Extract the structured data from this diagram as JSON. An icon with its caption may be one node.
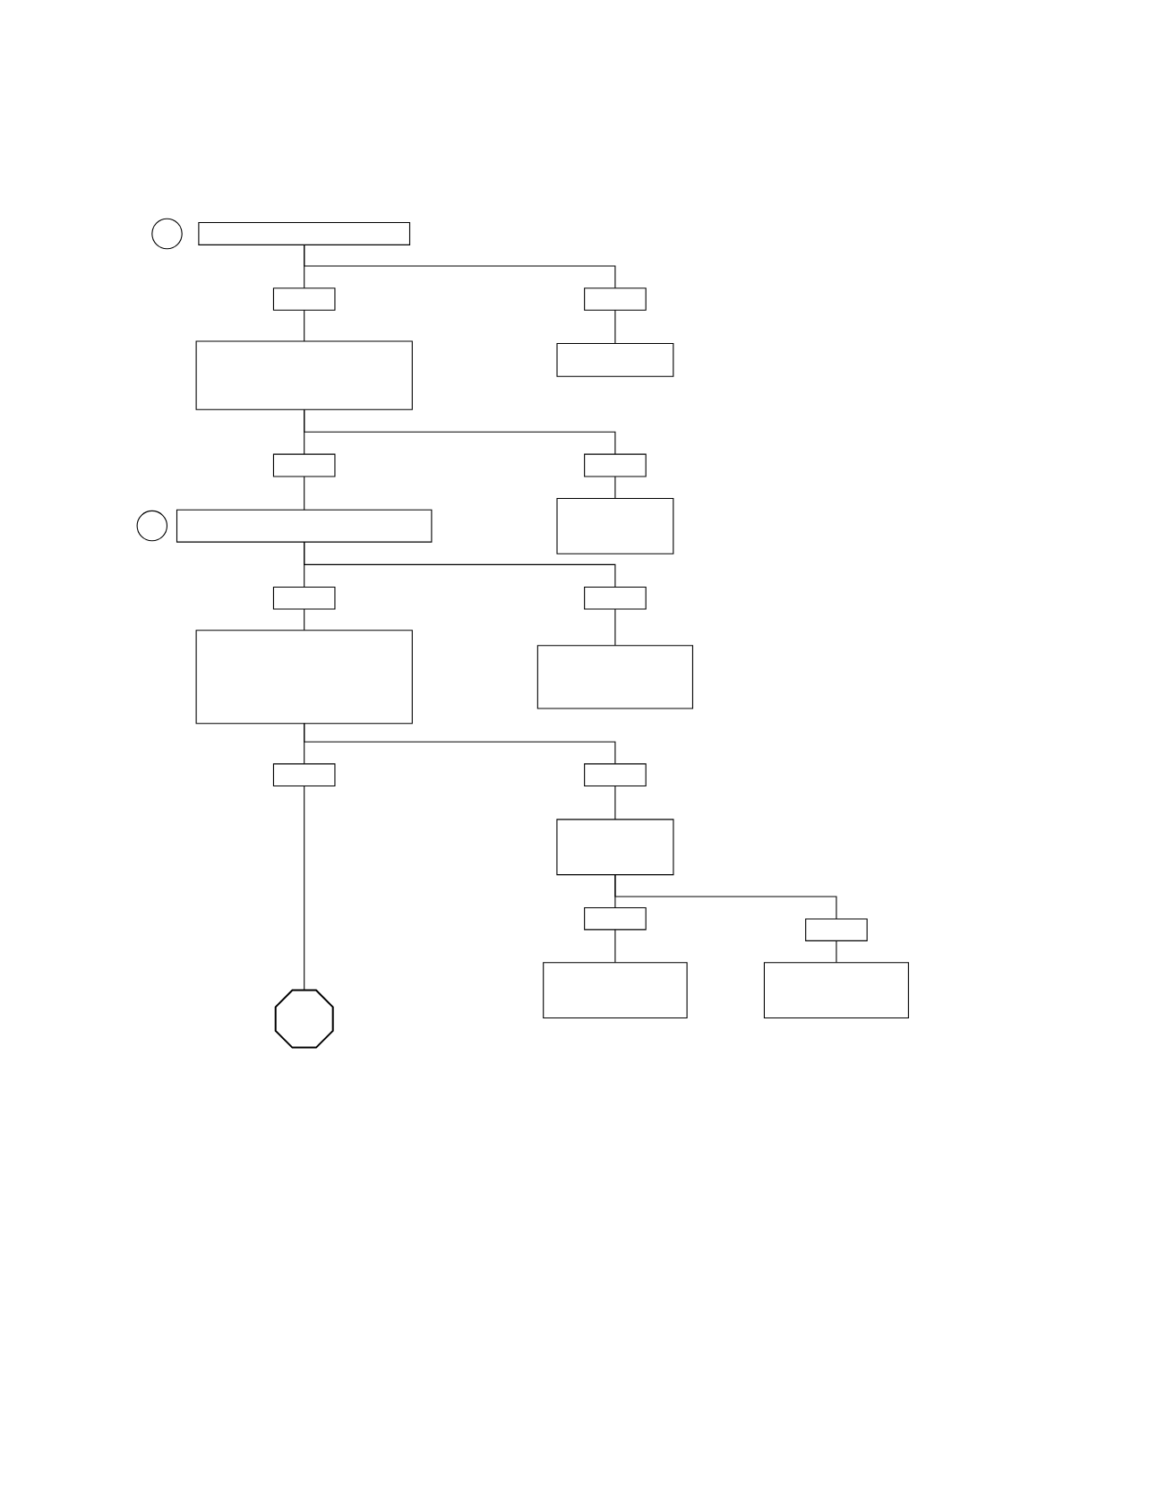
{
  "diagram": {
    "nodes": [
      {
        "text": [],
        "shape": "circle"
      },
      {
        "text": [],
        "shape": "box"
      },
      {
        "text": [],
        "shape": "box"
      },
      {
        "text": [],
        "shape": "box"
      },
      {
        "text": [],
        "shape": "box"
      },
      {
        "text": [],
        "shape": "box"
      },
      {
        "text": [],
        "shape": "box"
      },
      {
        "text": [],
        "shape": "box"
      },
      {
        "text": [],
        "shape": "circle"
      },
      {
        "text": [],
        "shape": "box"
      },
      {
        "text": [],
        "shape": "box"
      },
      {
        "text": [],
        "shape": "box"
      },
      {
        "text": [],
        "shape": "box"
      },
      {
        "text": [],
        "shape": "box"
      },
      {
        "text": [],
        "shape": "box"
      },
      {
        "text": [],
        "shape": "box"
      },
      {
        "text": [],
        "shape": "box"
      },
      {
        "text": [],
        "shape": "box"
      },
      {
        "text": [],
        "shape": "box"
      },
      {
        "text": [],
        "shape": "box"
      },
      {
        "text": [],
        "shape": "octagon"
      },
      {
        "text": [],
        "shape": "box"
      },
      {
        "text": [],
        "shape": "box"
      }
    ],
    "edges": [
      {
        "from": 1,
        "to": 2,
        "arrow": "none"
      },
      {
        "from": 1,
        "to": 3,
        "arrow": "none"
      },
      {
        "from": 2,
        "to": 4,
        "arrow": "none"
      },
      {
        "from": 3,
        "to": 5,
        "arrow": "none"
      },
      {
        "from": 4,
        "to": 6,
        "arrow": "none"
      },
      {
        "from": 4,
        "to": 7,
        "arrow": "none"
      },
      {
        "from": 6,
        "to": 9,
        "arrow": "none"
      },
      {
        "from": 7,
        "to": 10,
        "arrow": "none"
      },
      {
        "from": 9,
        "to": 11,
        "arrow": "none"
      },
      {
        "from": 9,
        "to": 12,
        "arrow": "none"
      },
      {
        "from": 11,
        "to": 13,
        "arrow": "none"
      },
      {
        "from": 12,
        "to": 14,
        "arrow": "none"
      },
      {
        "from": 13,
        "to": 15,
        "arrow": "none"
      },
      {
        "from": 13,
        "to": 16,
        "arrow": "none"
      },
      {
        "from": 15,
        "to": 20,
        "arrow": "none"
      },
      {
        "from": 16,
        "to": 17,
        "arrow": "none"
      },
      {
        "from": 17,
        "to": 18,
        "arrow": "none"
      },
      {
        "from": 17,
        "to": 19,
        "arrow": "none"
      },
      {
        "from": 18,
        "to": 21,
        "arrow": "none"
      },
      {
        "from": 19,
        "to": 22,
        "arrow": "none"
      }
    ]
  }
}
